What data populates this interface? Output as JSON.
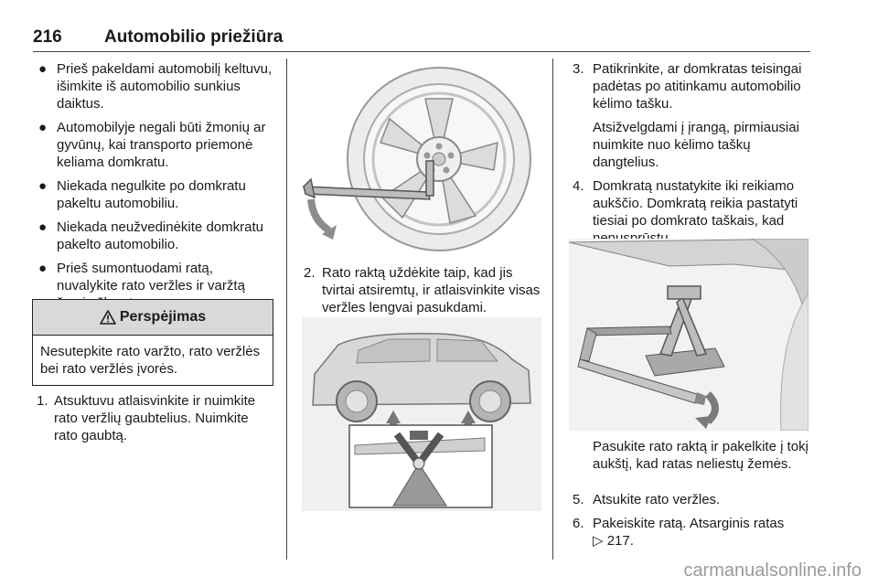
{
  "header": {
    "page_number": "216",
    "title": "Automobilio priežiūra"
  },
  "left_col": {
    "bullets": [
      "Prieš pakeldami automobilį keltuvu, išimkite iš automobilio sunkius daiktus.",
      "Automobilyje negali būti žmonių ar gyvūnų, kai transporto priemonė keliama domkratu.",
      "Niekada negulkite po domkratu pakeltu automobiliu.",
      "Niekada neužvedinėkite domkratu pakelto automobilio.",
      "Prieš sumontuodami ratą, nuvalykite rato veržles ir varžtą švaria šluoste."
    ],
    "warning": {
      "title": "Perspėjimas",
      "body": "Nesutepkite rato varžto, rato veržlės bei rato veržlės įvorės."
    },
    "steps": [
      {
        "num": "1.",
        "text": "Atsuktuvu atlaisvinkite ir nuimkite rato veržlių gaubtelius. Nuimkite rato gaubtą."
      }
    ]
  },
  "mid_col": {
    "steps": [
      {
        "num": "2.",
        "text": "Rato raktą uždėkite taip, kad jis tvirtai atsiremtų, ir atlaisvinkite visas veržles lengvai pasukdami."
      }
    ]
  },
  "right_col": {
    "steps": [
      {
        "num": "3.",
        "text": "Patikrinkite, ar domkratas teisingai padėtas po atitinkamu automobilio kėlimo tašku.",
        "extra": "Atsižvelgdami į įrangą, pirmiausiai nuimkite nuo kėlimo taškų dangtelius."
      },
      {
        "num": "4.",
        "text": "Domkratą nustatykite iki reikiamo aukščio. Domkratą reikia pastatyti tiesiai po domkrato taškais, kad nenusprūstų."
      }
    ],
    "after_figure": "Pasukite rato raktą ir pakelkite į tokį aukštį, kad ratas neliestų žemės.",
    "steps_2": [
      {
        "num": "5.",
        "text": "Atsukite rato veržles."
      },
      {
        "num": "6.",
        "text": "Pakeiskite ratą. Atsarginis ratas",
        "ref_icon": "page-reference-icon",
        "ref": "217."
      }
    ]
  },
  "watermark": "carmanualsonline.info",
  "warning_icon": "warning-triangle-icon"
}
